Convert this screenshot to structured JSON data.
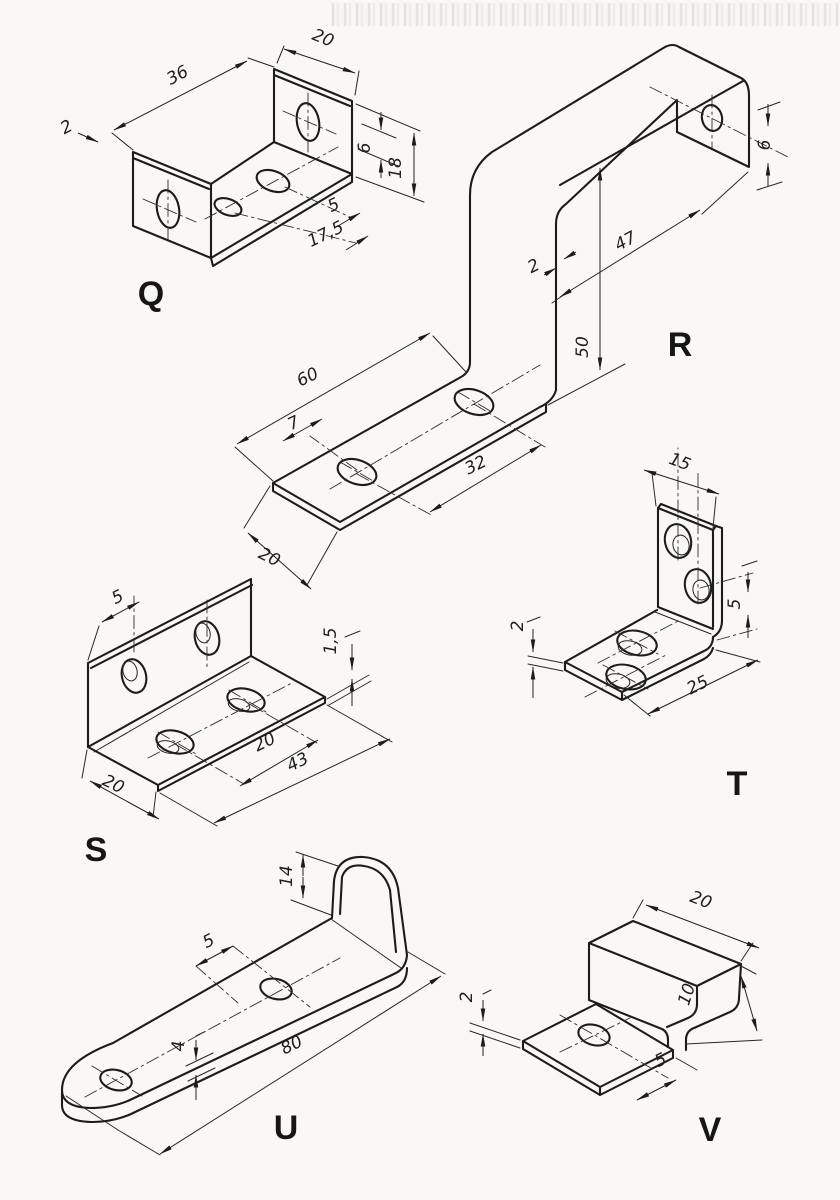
{
  "drawing": {
    "kind": "isometric sheet-metal bracket drawings",
    "ink_color": "#1c1c1c",
    "paper_color": "#f9f8f4"
  },
  "parts": [
    {
      "label": "Q",
      "dims": [
        "36",
        "20",
        "2",
        "6",
        "18",
        "5",
        "17,5"
      ]
    },
    {
      "label": "R",
      "dims": [
        "47",
        "2",
        "50",
        "6",
        "60",
        "7",
        "32",
        "20"
      ]
    },
    {
      "label": "S",
      "dims": [
        "5",
        "1,5",
        "20",
        "43",
        "20"
      ]
    },
    {
      "label": "T",
      "dims": [
        "15",
        "5",
        "2",
        "25"
      ]
    },
    {
      "label": "U",
      "dims": [
        "14",
        "5",
        "4",
        "80"
      ]
    },
    {
      "label": "V",
      "dims": [
        "20",
        "10",
        "2",
        "5"
      ]
    }
  ]
}
